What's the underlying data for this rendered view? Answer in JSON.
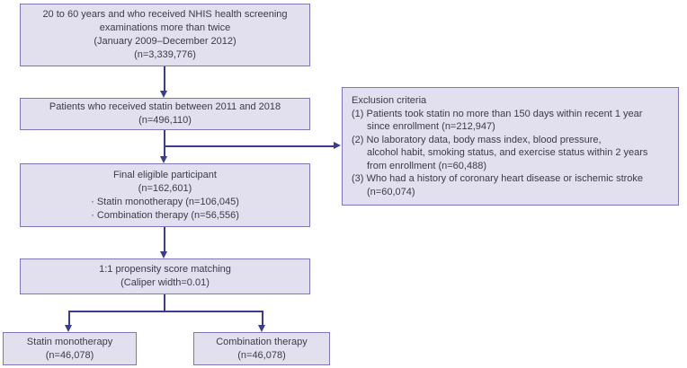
{
  "colors": {
    "box-fill": "#e2dfee",
    "box-border": "#7e76b6",
    "arrow": "#3c3c8e",
    "text": "#3b3b49"
  },
  "flow": {
    "source": {
      "lines": [
        "20 to 60 years and who received NHIS health screening",
        "examinations more than twice",
        "(January 2009–December 2012)",
        "(n=3,339,776)"
      ]
    },
    "statin_patients": {
      "lines": [
        "Patients who received statin between 2011 and 2018",
        "(n=496,110)"
      ]
    },
    "final_eligible": {
      "lines": [
        "Final eligible participant",
        "(n=162,601)"
      ],
      "bullets": [
        "· Statin monotherapy (n=106,045)",
        "· Combination therapy (n=56,556)"
      ]
    },
    "matching": {
      "lines": [
        "1:1 propensity score matching",
        "(Caliper width=0.01)"
      ]
    },
    "monotherapy": {
      "lines": [
        "Statin monotherapy",
        "(n=46,078)"
      ]
    },
    "combination": {
      "lines": [
        "Combination therapy",
        "(n=46,078)"
      ]
    },
    "exclusion": {
      "title": "Exclusion criteria",
      "items": [
        {
          "lines": [
            "(1) Patients took statin no more than 150 days within recent 1 year",
            "since enrollment (n=212,947)"
          ]
        },
        {
          "lines": [
            "(2) No laboratory data, body mass index, blood pressure,",
            "alcohol habit, smoking status, and exercise status within 2 years",
            "from enrollment (n=60,488)"
          ]
        },
        {
          "lines": [
            "(3) Who had a history of coronary heart disease or ischemic stroke",
            "(n=60,074)"
          ]
        }
      ]
    }
  }
}
